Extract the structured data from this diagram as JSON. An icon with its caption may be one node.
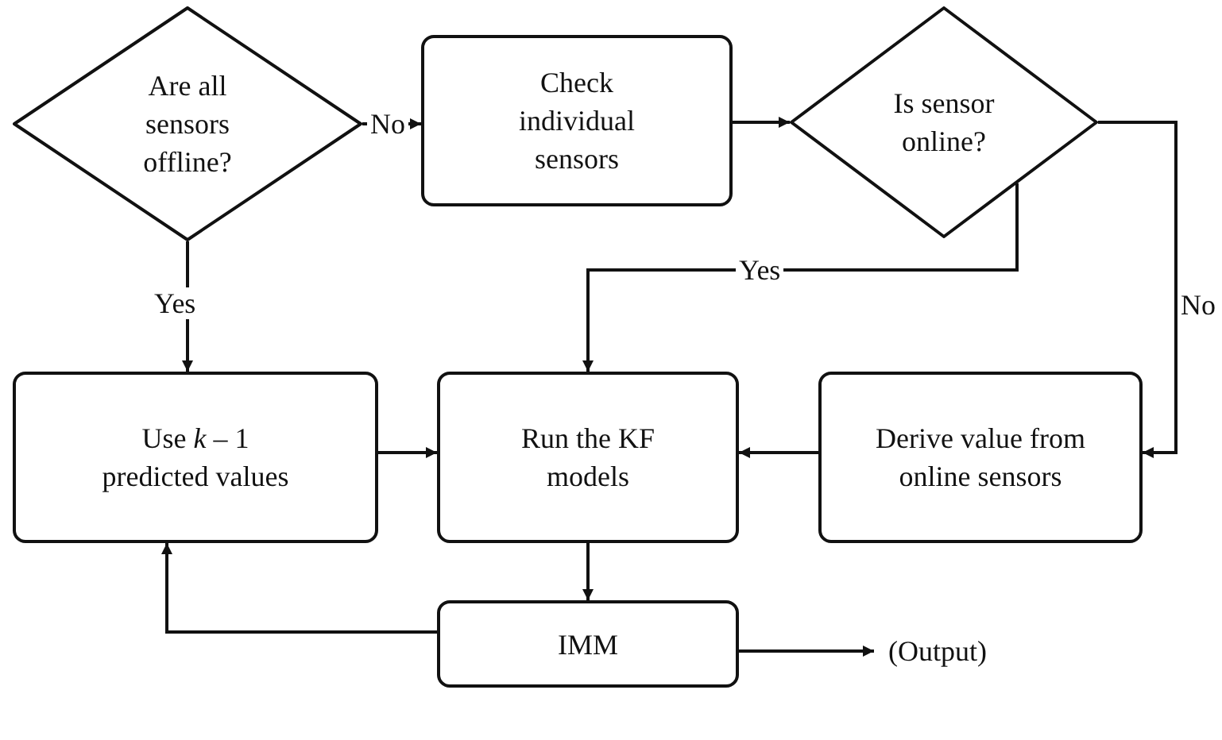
{
  "diagram": {
    "nodes": [
      {
        "text": [
          "Are all sensors offline?"
        ]
      },
      {
        "text": [
          "Check individual sensors"
        ]
      },
      {
        "text": [
          "Is sensor online?"
        ]
      },
      {
        "text": [
          "Use *k* – 1 predicted values"
        ]
      },
      {
        "text": [
          "Run the KF models"
        ]
      },
      {
        "text": [
          "Derive value from online sensors"
        ]
      },
      {
        "text": [
          "IMM"
        ]
      },
      {
        "text": [
          "(Output)"
        ]
      }
    ],
    "edges": [
      {
        "from": 0,
        "to": 1,
        "arrow": "to",
        "label": "No"
      },
      {
        "from": 1,
        "to": 2,
        "arrow": "to"
      },
      {
        "from": 0,
        "to": 3,
        "arrow": "to",
        "label": "Yes"
      },
      {
        "from": 2,
        "to": 4,
        "arrow": "to",
        "label": "Yes"
      },
      {
        "from": 2,
        "to": 5,
        "arrow": "to",
        "label": "No"
      },
      {
        "from": 3,
        "to": 4,
        "arrow": "to"
      },
      {
        "from": 5,
        "to": 4,
        "arrow": "to"
      },
      {
        "from": 4,
        "to": 6,
        "arrow": "to"
      },
      {
        "from": 6,
        "to": 3,
        "arrow": "to"
      },
      {
        "from": 6,
        "to": 7,
        "arrow": "to"
      }
    ]
  }
}
